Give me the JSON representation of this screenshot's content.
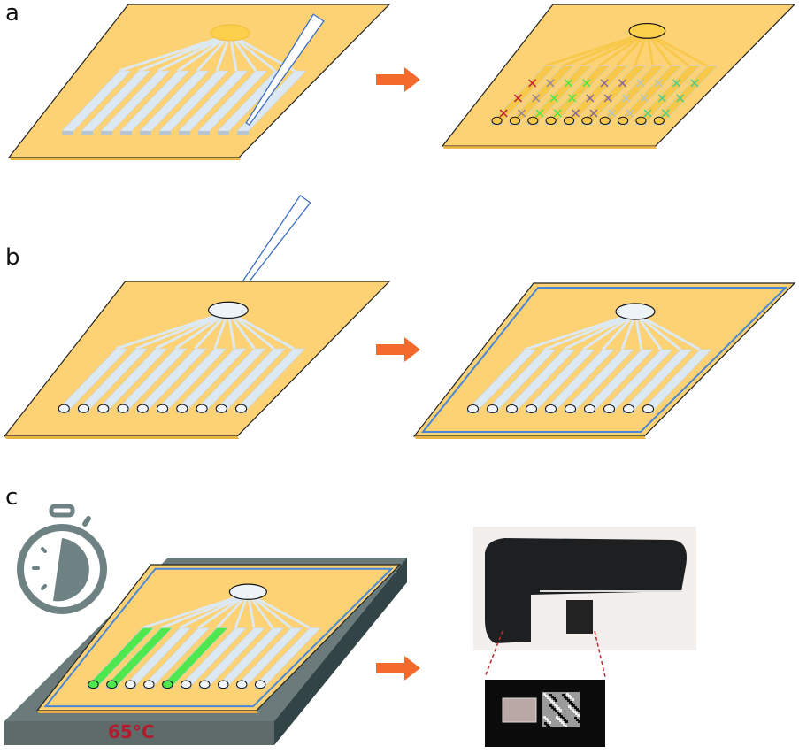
{
  "panels": [
    {
      "label": "a"
    },
    {
      "label": "b"
    },
    {
      "label": "c"
    }
  ],
  "temperature_label": "65°C",
  "colors": {
    "plate": "#fcd274",
    "plate_edge": "#e8b540",
    "channel": "#dde9f2",
    "arrow": "#f26b2d",
    "border_blue": "#4a86d8",
    "heater": "#6b7a7b",
    "stopwatch": "#6e8283",
    "positive": "#4ee84e",
    "temperature": "#b01c2c"
  },
  "icons": [
    "pipette-icon",
    "arrow-right-icon",
    "stopwatch-icon",
    "heater-block",
    "reader-device-photo"
  ]
}
